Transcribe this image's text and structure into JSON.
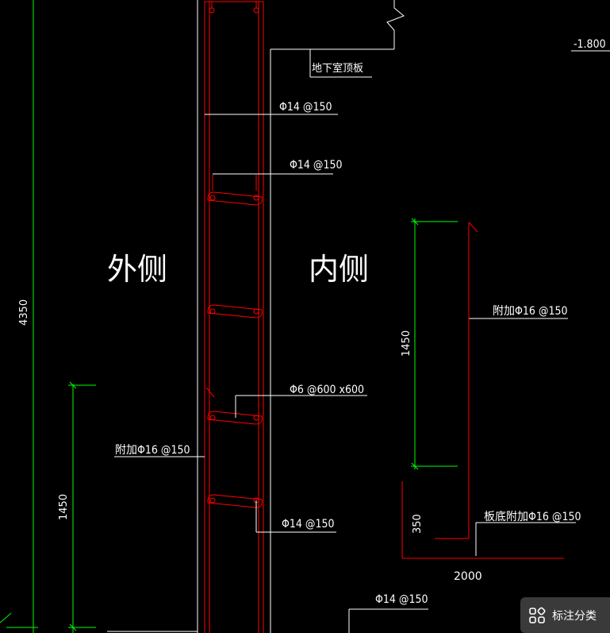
{
  "drawing": {
    "labels": {
      "outer_side": "外侧",
      "inner_side": "内侧",
      "basement_roof": "地下室顶板",
      "elevation": "-1.800",
      "rebar_top_1": "Φ14 @150",
      "rebar_top_2": "Φ14 @150",
      "tie_rebar": "Φ6 @600 x600",
      "rebar_bottom": "Φ14 @150",
      "rebar_lowest": "Φ14 @150",
      "additional_left": "附加Φ16 @150",
      "additional_right": "附加Φ16 @150",
      "slab_bottom_additional": "板底附加Φ16 @150"
    },
    "dimensions": {
      "total_height": "4350",
      "left_lap": "1450",
      "right_lap": "1450",
      "detail_height": "350",
      "detail_length": "2000"
    }
  },
  "toolbar": {
    "annotation_button_label": "标注分类",
    "annotation_icon": "grid-icon"
  },
  "colors": {
    "background": "#000000",
    "line_white": "#ffffff",
    "rebar_red": "#ff0000",
    "dimension_green": "#00ff00"
  }
}
